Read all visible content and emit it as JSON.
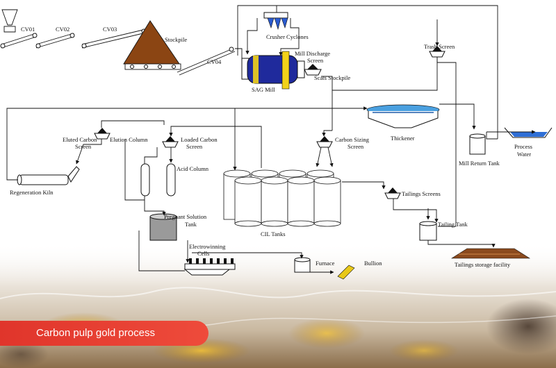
{
  "labels": {
    "cv01": "CV01",
    "cv02": "CV02",
    "cv03": "CV03",
    "stockpile": "Stockpile",
    "cv04": "CV04",
    "crusher_cyclones": "Crusher Cyclones",
    "mill_discharge_screen_1": "Mill Discharge",
    "mill_discharge_screen_2": "Screen",
    "sag_mill": "SAG Mill",
    "scats_stockpile": "Scats Stockpile",
    "trash_screen": "Trash Screen",
    "thickener": "Thickener",
    "process_water_1": "Process",
    "process_water_2": "Water",
    "mill_return_tank": "Mill Return Tank",
    "eluted_carbon_screen_1": "Eluted Carbon",
    "eluted_carbon_screen_2": "Screen",
    "elution_column": "Elution Column",
    "loaded_carbon_screen_1": "Loaded Carbon",
    "loaded_carbon_screen_2": "Screen",
    "acid_column": "Acid Column",
    "carbon_sizing_screen_1": "Carbon Sizing",
    "carbon_sizing_screen_2": "Screen",
    "regeneration_kiln": "Regeneration Kiln",
    "pregnant_solution_tank_1": "Pregnant Solution",
    "pregnant_solution_tank_2": "Tank",
    "cil_tanks": "CIL Tanks",
    "tailings_screens": "Tailings Screens",
    "tailing_tank": "Tailing Tank",
    "electrowinning_cells_1": "Electrowinning",
    "electrowinning_cells_2": "Cells",
    "furnace": "Furnace",
    "bullion": "Bullion",
    "tailings_storage_facility": "Tailings storage facility"
  },
  "banner": {
    "title": "Carbon pulp gold process"
  },
  "colors": {
    "stockpile": "#8b4513",
    "mill_body": "#1f2a9c",
    "mill_band": "#f2d21a",
    "water": "#2f6fd6",
    "thickener": "#4aa0e0",
    "bullion": "#e8c818",
    "tailings": "#8b4a1e",
    "banner": "#e3392d",
    "solution": "#9a9a9a"
  }
}
